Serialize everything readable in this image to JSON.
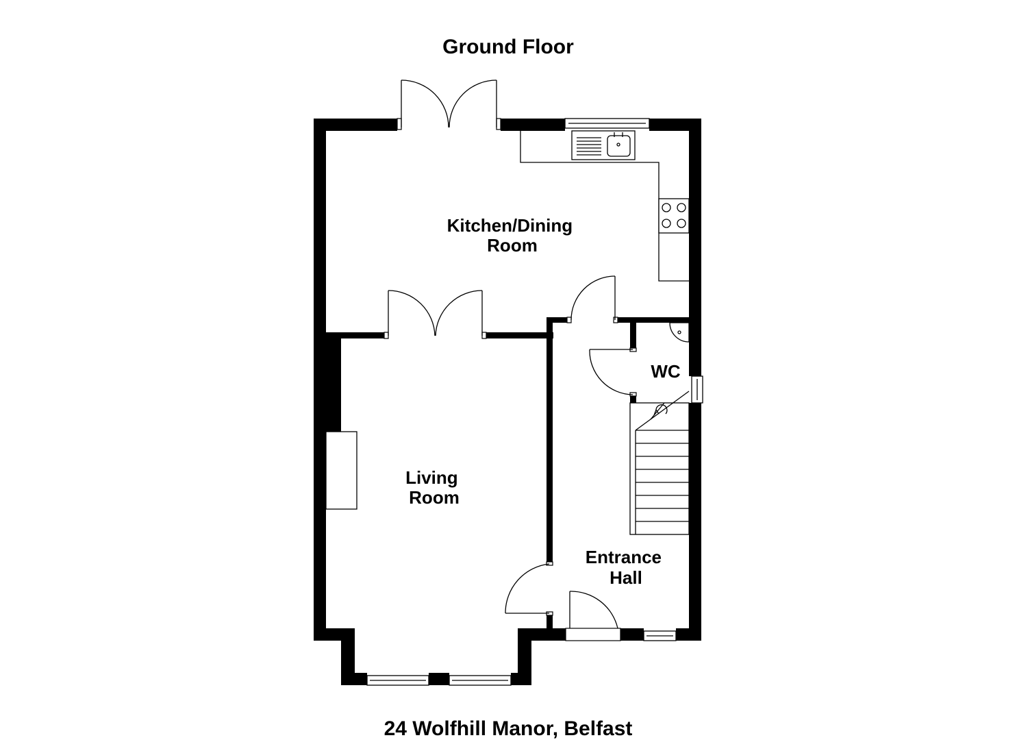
{
  "floor_title": "Ground Floor",
  "address": "24 Wolfhill Manor, Belfast",
  "rooms": {
    "kitchen": [
      "Kitchen/Dining",
      "Room"
    ],
    "living": [
      "Living",
      "Room"
    ],
    "wc": [
      "WC"
    ],
    "hall": [
      "Entrance",
      "Hall"
    ]
  },
  "colors": {
    "wall": "#000000",
    "background": "#ffffff"
  }
}
